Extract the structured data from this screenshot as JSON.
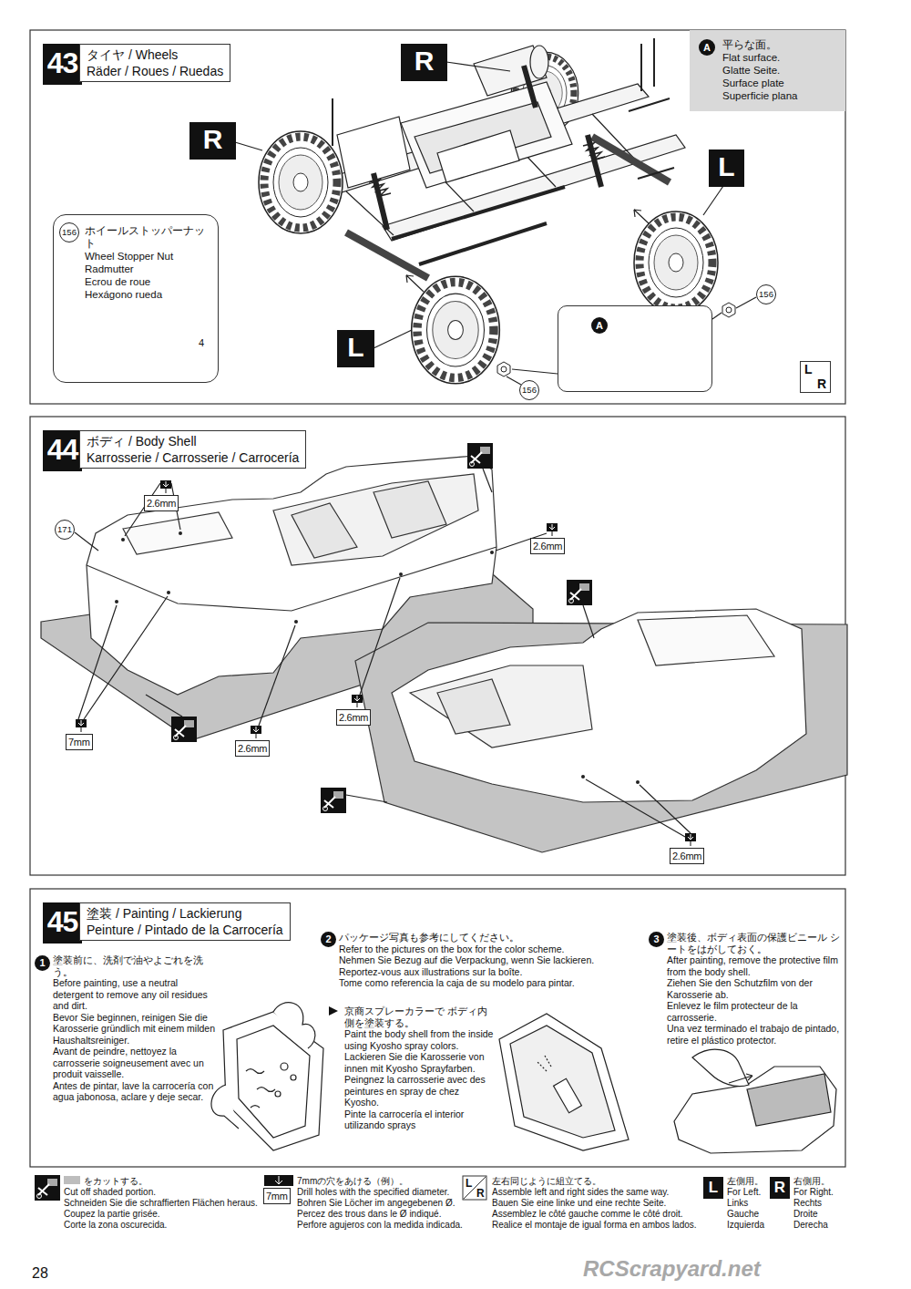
{
  "diagram": {
    "nodes": [
      {
        "text": [
          "43"
        ]
      },
      {
        "text": [
          "タイヤ / Wheels",
          "Räder / Roues / Ruedas"
        ]
      },
      {
        "text": [
          "A",
          "平らな面。",
          "Flat surface.",
          "Glatte Seite.",
          "Surface plate",
          "Superficie plana"
        ]
      },
      {
        "text": [
          "156",
          "ホイールストッパーナット",
          "Wheel Stopper Nut",
          "Radmutter",
          "Ecrou de roue",
          "Hexágono rueda"
        ]
      },
      {
        "text": [
          "R"
        ]
      },
      {
        "text": [
          "R"
        ]
      },
      {
        "text": [
          "L"
        ]
      },
      {
        "text": [
          "L"
        ]
      },
      {
        "text": [
          "A"
        ]
      },
      {
        "text": [
          "L",
          "R"
        ]
      },
      {
        "text": [
          "44"
        ]
      },
      {
        "text": [
          "ボディ / Body Shell",
          "Karrosserie / Carrosserie / Carrocería"
        ]
      },
      {
        "text": [
          "45"
        ]
      },
      {
        "text": [
          "塗装 / Painting / Lackierung",
          "Peinture / Pintado de la Carrocería"
        ]
      }
    ],
    "labels": [
      "156",
      "156",
      "4",
      "171",
      "2.6mm",
      "2.6mm",
      "7mm",
      "2.6mm",
      "2.6mm",
      "2.6mm",
      "1",
      "塗装前に、洗剤で油やよごれを洗う。",
      "Before painting, use a neutral detergent to remove any oil residues and dirt.",
      "Bevor Sie beginnen, reinigen Sie die Karosserie gründlich mit einem milden Haushaltsreiniger.",
      "Avant de peindre, nettoyez la carrosserie soigneusement avec un produit vaisselle.",
      "Antes de pintar, lave la carrocería con agua jabonosa, aclare y deje secar.",
      "2",
      "パッケージ写真も参考にしてください。",
      "Refer to the pictures on the box for the color scheme.",
      "Nehmen Sie Bezug auf die Verpackung, wenn Sie lackieren.",
      "Reportez-vous aux illustrations sur la boîte.",
      "Tome como referencia la caja de su modelo para pintar.",
      "京商スプレーカラーで ボディ内側を塗装する。",
      "Paint the body shell from the inside using Kyosho spray colors.",
      "Lackieren Sie die Karosserie von innen mit Kyosho Sprayfarben.",
      "Peingnez la carrosserie avec des peintures en spray de chez Kyosho.",
      "Pinte la carrocería el interior utilizando sprays",
      "3",
      "塗装後、ボディ表面の保護ビニール シートをはがしておく。",
      "After painting, remove the protective film from the body shell.",
      "Ziehen Sie den Schutzfilm von der Karosserie ab.",
      "Enlevez le film protecteur de la carrosserie.",
      "Una vez terminado el trabajo de pintado, retire el plástico protector.",
      "7mm",
      "L",
      "R",
      "L",
      "R",
      "28",
      "RCScrapyard.net"
    ],
    "legend": [
      {
        "text": "をカットする。",
        "color": "#bdbdbd"
      },
      {
        "text": "Cut off shaded portion."
      },
      {
        "text": "Schneiden Sie die schraffierten Flächen heraus."
      },
      {
        "text": "Coupez la partie grisée."
      },
      {
        "text": "Corte la zona oscurecida."
      },
      {
        "text": "7mmの穴をあける（例）。"
      },
      {
        "text": "Drill holes with the specified diameter."
      },
      {
        "text": "Bohren Sie Löcher im angegebenen Ø."
      },
      {
        "text": "Percez des trous dans le Ø indiqué."
      },
      {
        "text": "Perfore agujeros con la medida indicada."
      },
      {
        "text": "左右同じように組立てる。"
      },
      {
        "text": "Assemble left and right sides the same way."
      },
      {
        "text": "Bauen Sie eine linke und eine rechte Seite."
      },
      {
        "text": "Assemblez le côté gauche comme le côté droit."
      },
      {
        "text": "Realice el montaje de igual forma en ambos lados."
      },
      {
        "text": "左側用。"
      },
      {
        "text": "For Left."
      },
      {
        "text": "Links"
      },
      {
        "text": "Gauche"
      },
      {
        "text": "Izquierda"
      },
      {
        "text": "右側用。"
      },
      {
        "text": "For Right."
      },
      {
        "text": "Rechts"
      },
      {
        "text": "Droite"
      },
      {
        "text": "Derecha"
      }
    ]
  }
}
